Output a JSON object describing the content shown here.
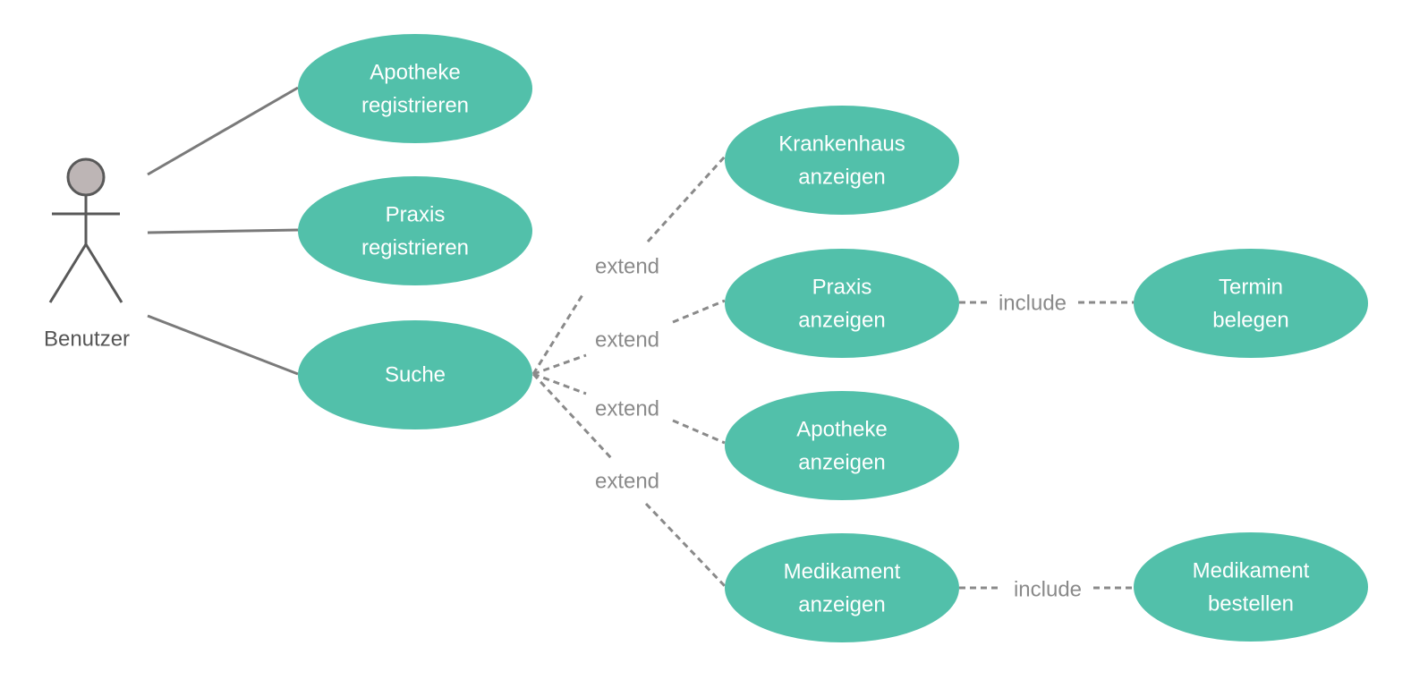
{
  "actor": {
    "label": "Benutzer"
  },
  "colors": {
    "usecase": "#52c0aa",
    "text": "#ffffff",
    "line": "#7a7a7a",
    "dashed": "#8a8a8a",
    "actor_head": "#bdb5b5"
  },
  "use_cases": {
    "apotheke_registrieren": {
      "line1": "Apotheke",
      "line2": "registrieren"
    },
    "praxis_registrieren": {
      "line1": "Praxis",
      "line2": "registrieren"
    },
    "suche": {
      "line1": "Suche"
    },
    "krankenhaus_anzeigen": {
      "line1": "Krankenhaus",
      "line2": "anzeigen"
    },
    "praxis_anzeigen": {
      "line1": "Praxis",
      "line2": "anzeigen"
    },
    "apotheke_anzeigen": {
      "line1": "Apotheke",
      "line2": "anzeigen"
    },
    "medikament_anzeigen": {
      "line1": "Medikament",
      "line2": "anzeigen"
    },
    "termin_belegen": {
      "line1": "Termin",
      "line2": "belegen"
    },
    "medikament_bestellen": {
      "line1": "Medikament",
      "line2": "bestellen"
    }
  },
  "relations": {
    "extend_krankenhaus": "extend",
    "extend_praxis": "extend",
    "extend_apotheke": "extend",
    "extend_medikament": "extend",
    "include_termin": "include",
    "include_bestellen": "include"
  }
}
